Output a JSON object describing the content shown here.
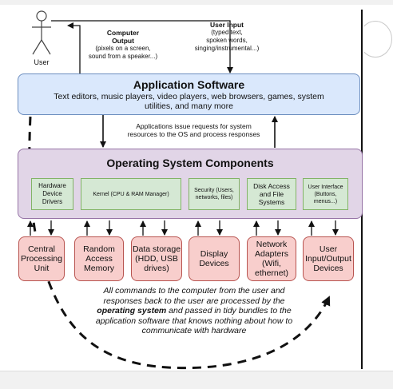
{
  "user": {
    "label": "User"
  },
  "computer_output": {
    "title_line1": "Computer",
    "title_line2": "Output",
    "desc_line1": "(pixels on a screen,",
    "desc_line2": "sound from a speaker...)"
  },
  "user_input": {
    "title": "User Input",
    "desc_line1": "(typed text,",
    "desc_line2": "spoken words,",
    "desc_line3": "singing/instrumental...)"
  },
  "application": {
    "title": "Application Software",
    "desc": "Text editors, music players, video players, web browsers, games, system utilities, and many more"
  },
  "requests_note": {
    "line1": "Applications issue requests for system",
    "line2": "resources to the OS and process responses"
  },
  "os": {
    "title": "Operating System Components",
    "components": [
      {
        "label": "Hardware Device Drivers"
      },
      {
        "label": "Kernel (CPU & RAM Manager)"
      },
      {
        "label": "Security (Users, networks, files)"
      },
      {
        "label": "Disk Access and File Systems"
      },
      {
        "label": "User Interface (Buttons, menus...)"
      }
    ]
  },
  "devices": [
    {
      "label": "Central Processing Unit"
    },
    {
      "label": "Random Access Memory"
    },
    {
      "label": "Data storage (HDD, USB drives)"
    },
    {
      "label": "Display Devices"
    },
    {
      "label": "Network Adapters (Wifi, ethernet)"
    },
    {
      "label": "User Input/Output Devices"
    }
  ],
  "caption": {
    "part1": "All commands to the computer from the user and responses back to the user are processed by the ",
    "bold": "operating system",
    "part2": " and passed in tidy bundles to the application software that knows nothing about how to communicate with hardware"
  },
  "colors": {
    "application_fill": "#dae8fc",
    "application_stroke": "#6c8ebf",
    "os_fill": "#e1d5e7",
    "os_stroke": "#9673a6",
    "component_fill": "#d5e8d4",
    "component_stroke": "#82b366",
    "device_fill": "#f8cecc",
    "device_stroke": "#b85450"
  }
}
